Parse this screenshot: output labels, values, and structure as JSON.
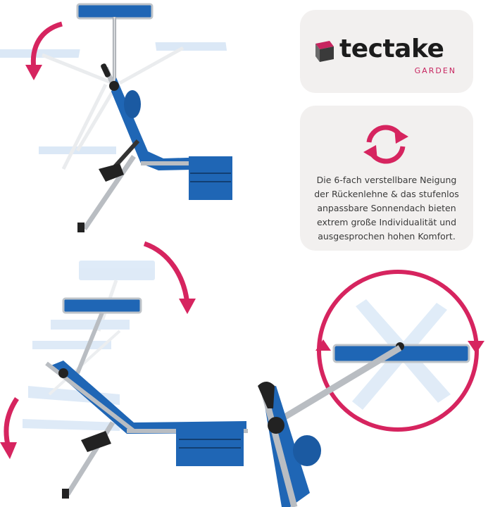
{
  "brand": {
    "name": "tectake",
    "sub": "GARDEN"
  },
  "info": {
    "text": "Die 6-fach verstellbare Neigung\nder Rückenlehne & das stufenlos\nanpassbare Sonnendach bieten\nextrem große Individualität und\nausgesprochen hohen Komfort."
  },
  "colors": {
    "accent": "#d6245f",
    "frame_blue": "#1f66b5",
    "card_bg": "#f2f0ef",
    "aluminium": "#b9bdc2"
  },
  "icons": [
    "refresh-arrows-icon",
    "curved-arrow-icon",
    "tectake-logo-mark"
  ]
}
